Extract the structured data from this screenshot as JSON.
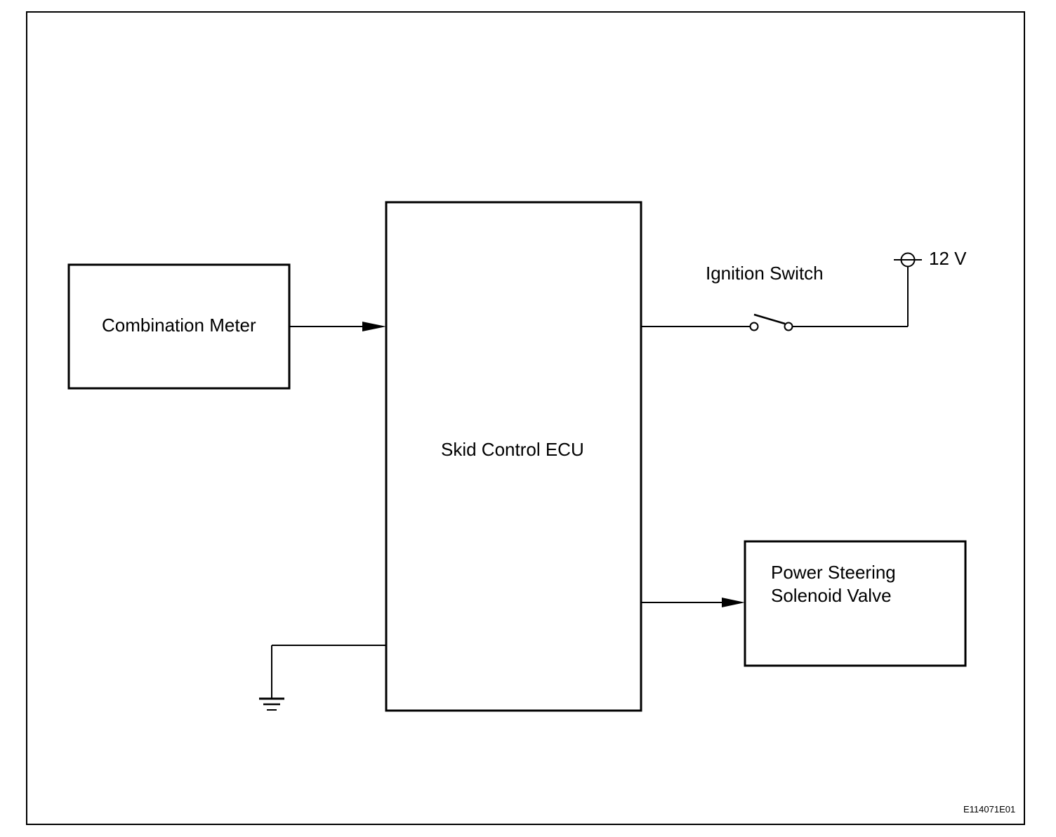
{
  "blocks": {
    "combination_meter": "Combination Meter",
    "skid_control_ecu": "Skid Control ECU",
    "ps_solenoid_line1": "Power Steering",
    "ps_solenoid_line2": "Solenoid Valve"
  },
  "labels": {
    "ignition_switch": "Ignition Switch",
    "voltage": "12 V"
  },
  "figure_code": "E114071E01",
  "colors": {
    "line": "#000000",
    "background": "#ffffff"
  }
}
